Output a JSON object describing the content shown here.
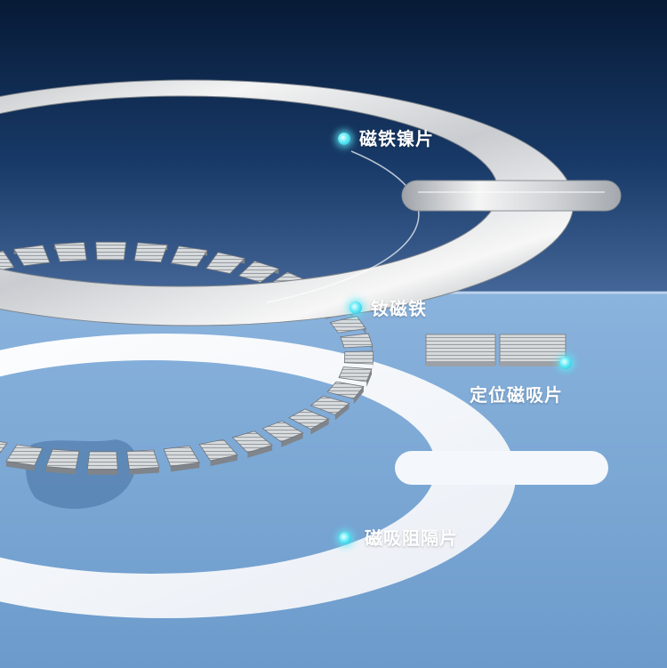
{
  "colors": {
    "top_background": "#0b2142",
    "bottom_background": "#6f9fcd",
    "callout_dot": "#5ee9f5",
    "callout_text": "#ffffff",
    "metal_light": "#f2f2f2",
    "metal_dark": "#8f9499",
    "shield_white": "#f4f7fb"
  },
  "components": [
    {
      "id": "nickel_ring",
      "label": "磁铁镍片",
      "icon": "metal-ring"
    },
    {
      "id": "nd_magnet",
      "label": "钕磁铁",
      "icon": "magnet-segments"
    },
    {
      "id": "positioning_magnet",
      "label": "定位磁吸片",
      "icon": "magnet-pads"
    },
    {
      "id": "shield_sheet",
      "label": "磁吸阻隔片",
      "icon": "white-ring"
    }
  ]
}
